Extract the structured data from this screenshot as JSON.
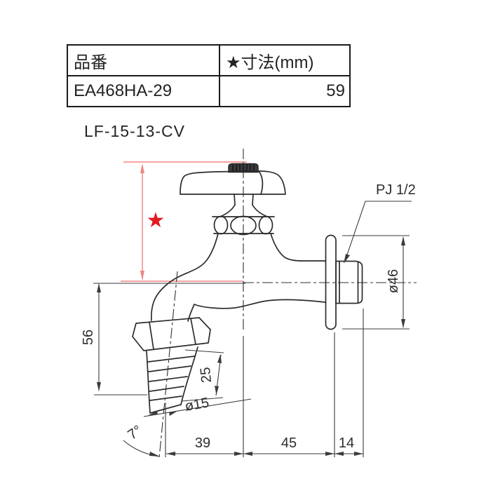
{
  "table": {
    "header": {
      "part_no": "品番",
      "dimension": "★寸法(mm)"
    },
    "row": {
      "part_no": "EA468HA-29",
      "dimension": "59"
    }
  },
  "model_label": "LF-15-13-CV",
  "drawing": {
    "star_symbol": "★",
    "thread_label": "PJ 1/2",
    "flange_diameter": "ø46",
    "height_dim": "56",
    "barb_length_dim": "25",
    "outlet_diameter": "ø15",
    "angle_dim": "7°",
    "horizontal_dims": {
      "spout_offset": "39",
      "body_length": "45",
      "nipple_length": "14"
    },
    "colors": {
      "line_color": "#2c2c2c",
      "dimension_color": "#3a3a3a",
      "red_dimension": "#f08484",
      "red_star": "#e01b20"
    }
  }
}
